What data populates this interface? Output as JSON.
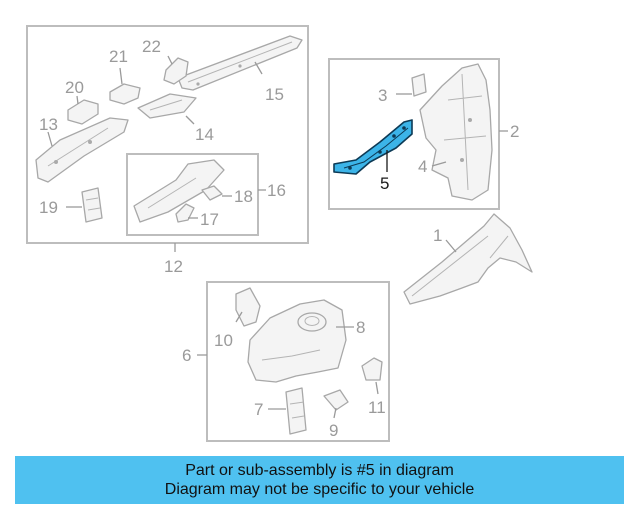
{
  "diagram": {
    "labels": {
      "p1": "1",
      "p2": "2",
      "p3": "3",
      "p4": "4",
      "p5": "5",
      "p6": "6",
      "p7": "7",
      "p8": "8",
      "p9": "9",
      "p10": "10",
      "p11": "11",
      "p12": "12",
      "p13": "13",
      "p14": "14",
      "p15": "15",
      "p16": "16",
      "p17": "17",
      "p18": "18",
      "p19": "19",
      "p20": "20",
      "p21": "21",
      "p22": "22"
    },
    "highlight_part": "5",
    "highlight_color": "#3cb4e8"
  },
  "banner": {
    "line1": "Part or sub-assembly is #5 in diagram",
    "line2": "Diagram may not be specific to your vehicle",
    "background": "#4fc1f0"
  }
}
